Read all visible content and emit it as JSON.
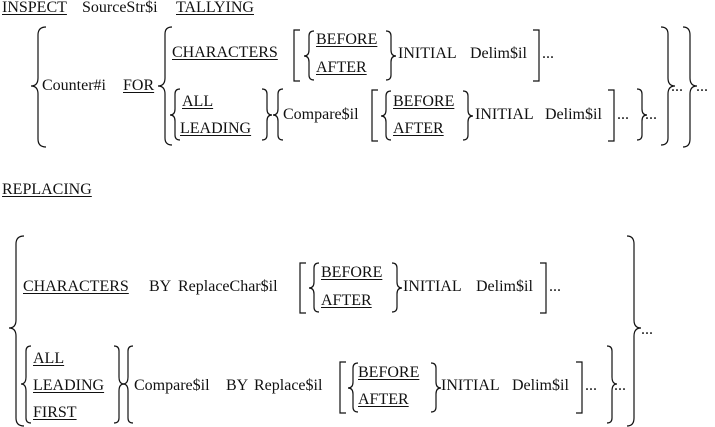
{
  "inspect": {
    "keyword_inspect": "INSPECT",
    "source": "SourceStr$i",
    "keyword_tallying": "TALLYING",
    "counter": "Counter#i",
    "keyword_for": "FOR",
    "characters": "CHARACTERS",
    "before": "BEFORE",
    "after": "AFTER",
    "initial": "INITIAL",
    "delim": "Delim$il",
    "ellipsis": "...",
    "all": "ALL",
    "leading": "LEADING",
    "compare": "Compare$il"
  },
  "replacing": {
    "keyword_replacing": "REPLACING",
    "characters": "CHARACTERS",
    "keyword_by": "BY",
    "replace_char": "ReplaceChar$il",
    "before": "BEFORE",
    "after": "AFTER",
    "initial": "INITIAL",
    "delim": "Delim$il",
    "ellipsis": "...",
    "all": "ALL",
    "leading": "LEADING",
    "first": "FIRST",
    "compare": "Compare$il",
    "replace": "Replace$il"
  }
}
